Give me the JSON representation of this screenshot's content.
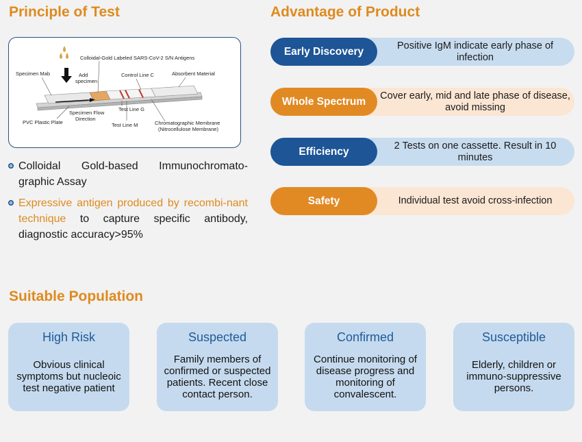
{
  "principle": {
    "title": "Principle of Test",
    "diagram_labels": {
      "antigens": "Colloidal-Gold Labeled SARS-CoV-2 S/N Antigens",
      "specimen_mab": "Specimen Mab",
      "add_specimen_1": "Add",
      "add_specimen_2": "specimen",
      "control_line": "Control Line C",
      "absorbent": "Absorbent Material",
      "test_line_g": "Test Line G",
      "flow_1": "Specimen Flow",
      "flow_2": "Direction",
      "pvc": "PVC Plastic Plate",
      "test_line_m": "Test Line M",
      "membrane_1": "Chromatographic Membrane",
      "membrane_2": "(Nitrocellulose Membrane)"
    },
    "bullets": [
      {
        "text": "Colloidal Gold-based Immunochromato-graphic Assay"
      },
      {
        "highlight": "Expressive antigen produced by recombi-nant technique",
        "rest": " to capture specific antibody, diagnostic accuracy>95%"
      }
    ]
  },
  "advantages": {
    "title": "Advantage of Product",
    "items": [
      {
        "label": "Early Discovery",
        "desc": "Positive IgM indicate early phase of infection",
        "color": "blue"
      },
      {
        "label": "Whole Spectrum",
        "desc": "Cover early, mid and late phase of disease, avoid missing",
        "color": "orange"
      },
      {
        "label": "Efficiency",
        "desc": "2 Tests on one cassette. Result in 10 minutes",
        "color": "blue"
      },
      {
        "label": "Safety",
        "desc": "Individual test avoid cross-infection",
        "color": "orange"
      }
    ]
  },
  "population": {
    "title": "Suitable Population",
    "cards": [
      {
        "title": "High Risk",
        "desc": "Obvious clinical symptoms but nucleoic test negative patient"
      },
      {
        "title": "Suspected",
        "desc": "Family members of confirmed or suspected patients. Recent close contact person."
      },
      {
        "title": "Confirmed",
        "desc": "Continue monitoring of disease progress and monitoring of convalescent."
      },
      {
        "title": "Susceptible",
        "desc": "Elderly, children or immuno-suppressive persons."
      }
    ]
  },
  "colors": {
    "accent_orange": "#df8a1e",
    "accent_blue": "#1d5596",
    "card_blue": "#c5daee",
    "light_orange": "#fbe6d3"
  }
}
